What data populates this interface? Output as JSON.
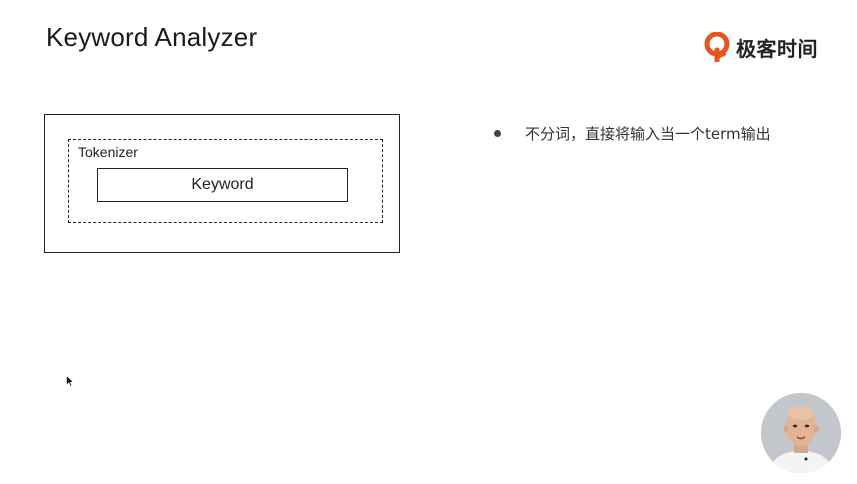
{
  "slide": {
    "title": "Keyword Analyzer"
  },
  "logo": {
    "text": "极客时间",
    "icon": "geektime-logo-icon",
    "color": "#e8541e"
  },
  "diagram": {
    "tokenizer_label": "Tokenizer",
    "keyword_label": "Keyword"
  },
  "bullets": [
    {
      "text": "不分词，直接将输入当一个term输出"
    }
  ],
  "presenter": {
    "icon": "presenter-video-avatar"
  },
  "cursor": {
    "icon": "mouse-pointer-icon"
  }
}
